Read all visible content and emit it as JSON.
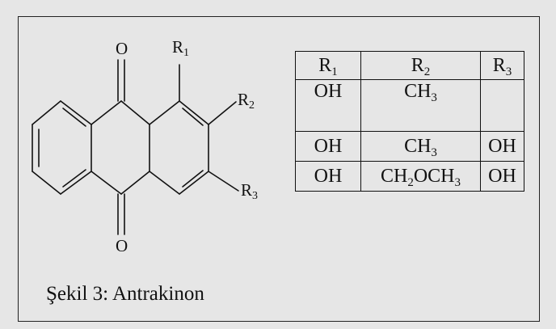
{
  "caption": "Şekil 3: Antrakinon",
  "molecule": {
    "oxygen_top": "O",
    "oxygen_bottom": "O",
    "r1": {
      "base": "R",
      "sub": "1"
    },
    "r2": {
      "base": "R",
      "sub": "2"
    },
    "r3": {
      "base": "R",
      "sub": "3"
    }
  },
  "table": {
    "headers": [
      {
        "base": "R",
        "sub": "1"
      },
      {
        "base": "R",
        "sub": "2"
      },
      {
        "base": "R",
        "sub": "3"
      }
    ],
    "rows": [
      {
        "r1": "OH",
        "r2": {
          "a": "CH",
          "s1": "3",
          "b": "",
          "s2": ""
        },
        "r3": ""
      },
      {
        "r1": "OH",
        "r2": {
          "a": "CH",
          "s1": "3",
          "b": "",
          "s2": ""
        },
        "r3": "OH"
      },
      {
        "r1": "OH",
        "r2": {
          "a": "CH",
          "s1": "2",
          "b": "OCH",
          "s2": "3"
        },
        "r3": "OH"
      }
    ]
  }
}
